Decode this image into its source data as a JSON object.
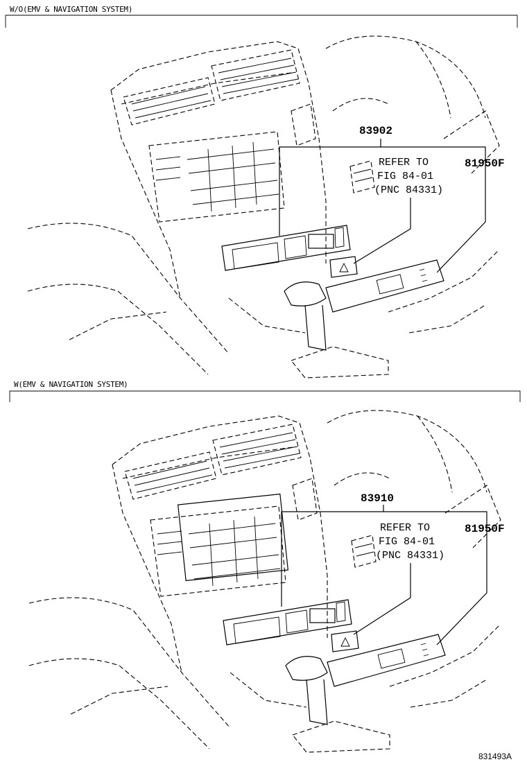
{
  "panels": [
    {
      "caption": "W/O(EMV & NAVIGATION SYSTEM)",
      "callouts": {
        "part_a": "83902",
        "part_b": "81950F",
        "refer_line1": "REFER TO",
        "refer_line2": "FIG 84-01",
        "refer_line3": "(PNC 84331)"
      }
    },
    {
      "caption": "W(EMV & NAVIGATION SYSTEM)",
      "callouts": {
        "part_a": "83910",
        "part_b": "81950F",
        "refer_line1": "REFER TO",
        "refer_line2": "FIG 84-01",
        "refer_line3": "(PNC 84331)"
      }
    }
  ],
  "figure_id": "831493A"
}
